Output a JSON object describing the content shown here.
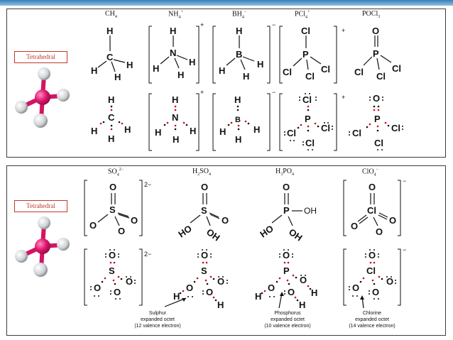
{
  "top": {
    "label": "Tetrahedral",
    "headers": {
      "ch4": [
        "CH",
        "4",
        ""
      ],
      "nh4": [
        "NH",
        "4",
        "+"
      ],
      "bh4": [
        "BH",
        "4",
        "−"
      ],
      "pcl4": [
        "PCl",
        "4",
        "+"
      ],
      "pocl3": [
        "POCl",
        "3",
        ""
      ]
    }
  },
  "bottom": {
    "label": "Tetrahedral",
    "headers": {
      "so4": [
        "SO",
        "4",
        "2−"
      ],
      "h2so4": [
        "H",
        "2",
        "SO",
        "4"
      ],
      "h3po4": [
        "H",
        "3",
        "PO",
        "4"
      ],
      "clo4": [
        "ClO",
        "4",
        "−"
      ]
    },
    "notes": {
      "sulphur": [
        "Sulphur",
        "expanded octet",
        "(12 valence electron)"
      ],
      "phosphorus": [
        "Phosphorus",
        "expanded octet",
        "(10 valence electron)"
      ],
      "chlorine": [
        "Chlorine",
        "expanded octet",
        "(14 valence electron)"
      ]
    }
  },
  "atoms": {
    "C": "C",
    "H": "H",
    "N": "N",
    "B": "B",
    "P": "P",
    "Cl": "Cl",
    "O": "O",
    "S": "S",
    "HO": "HO",
    "OH": "OH"
  },
  "charges": {
    "plus": "+",
    "minus": "−",
    "two_minus": "2−"
  },
  "colors": {
    "accent": "#c0392b",
    "dot": "#d0021b",
    "ball_center": "#e0166f",
    "ball_outer": "#cfd3d6"
  }
}
